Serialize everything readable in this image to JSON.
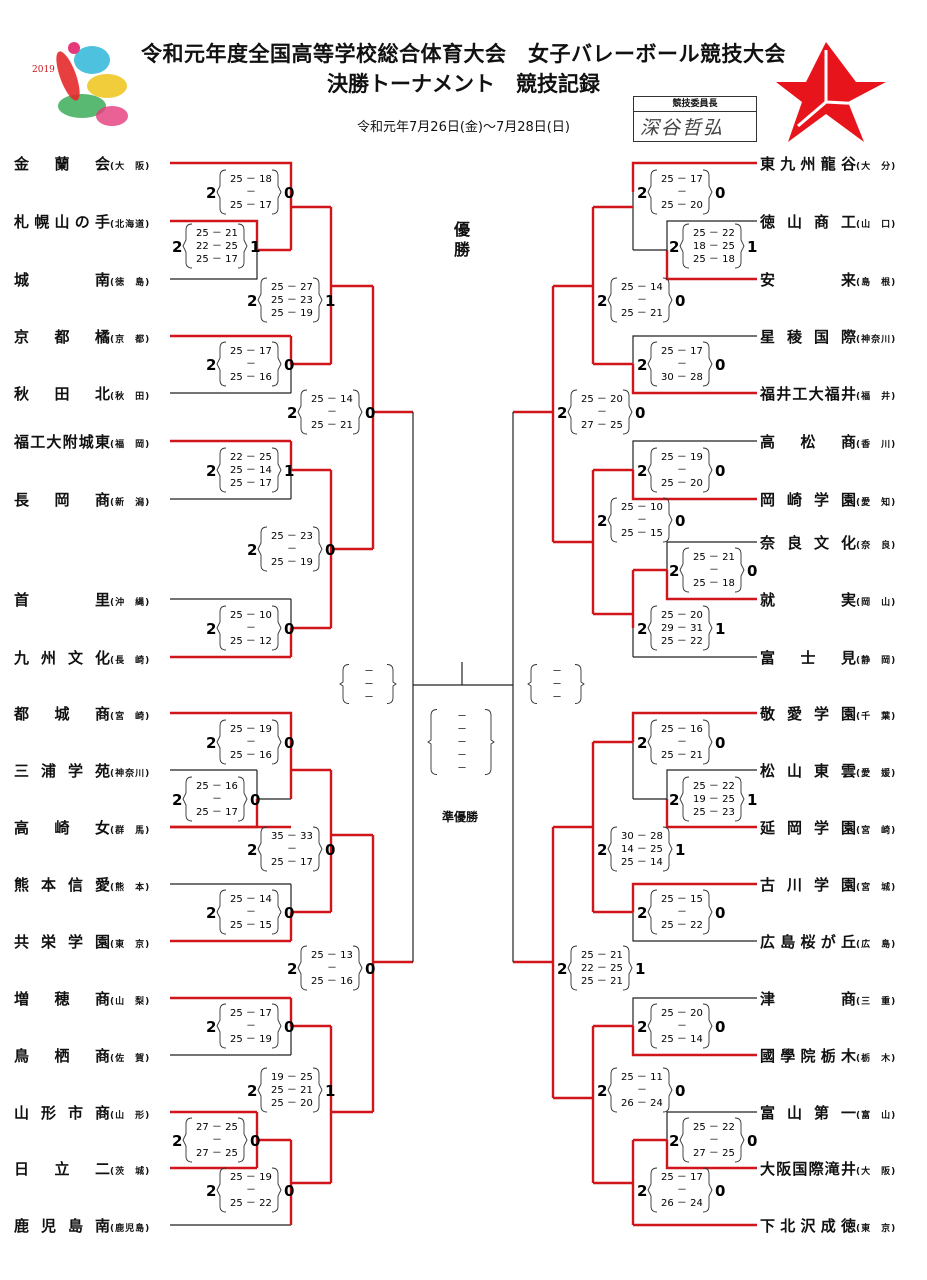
{
  "header": {
    "title_line1": "令和元年度全国高等学校総合体育大会　女子バレーボール競技大会",
    "title_line2": "決勝トーナメント　競技記録",
    "dates": "令和元年7月26日(金)～7月28日(日)",
    "judge_label": "競技委員長",
    "judge_signature": "深谷哲弘",
    "champion_label": "優勝",
    "runner_up_label": "準優勝",
    "left_logo_text": "2019",
    "colors": {
      "winner_line": "#d0161b",
      "loser_line": "#222222",
      "logo_red": "#e8141b"
    }
  },
  "left_teams": [
    {
      "name": "金　蘭　会",
      "pref": "大　阪"
    },
    {
      "name": "札幌山の手",
      "pref": "北海道"
    },
    {
      "name": "城　　　南",
      "pref": "徳　島"
    },
    {
      "name": "京　都　橘",
      "pref": "京　都"
    },
    {
      "name": "秋　田　北",
      "pref": "秋　田"
    },
    {
      "name": "福工大附城東",
      "pref": "福　岡"
    },
    {
      "name": "長　岡　商",
      "pref": "新　潟"
    },
    {
      "name": "首　　　里",
      "pref": "沖　縄"
    },
    {
      "name": "九州文化",
      "pref": "長　崎"
    },
    {
      "name": "都　城　商",
      "pref": "宮　崎"
    },
    {
      "name": "三浦学苑",
      "pref": "神奈川"
    },
    {
      "name": "高　崎　女",
      "pref": "群　馬"
    },
    {
      "name": "熊本信愛",
      "pref": "熊　本"
    },
    {
      "name": "共栄学園",
      "pref": "東　京"
    },
    {
      "name": "増　穂　商",
      "pref": "山　梨"
    },
    {
      "name": "鳥　栖　商",
      "pref": "佐　賀"
    },
    {
      "name": "山形市商",
      "pref": "山　形"
    },
    {
      "name": "日　立　二",
      "pref": "茨　城"
    },
    {
      "name": "鹿児島南",
      "pref": "鹿児島"
    }
  ],
  "right_teams": [
    {
      "name": "東九州龍谷",
      "pref": "大　分"
    },
    {
      "name": "徳山商工",
      "pref": "山　口"
    },
    {
      "name": "安　　　来",
      "pref": "島　根"
    },
    {
      "name": "星稜国際",
      "pref": "神奈川"
    },
    {
      "name": "福井工大福井",
      "pref": "福　井"
    },
    {
      "name": "高　松　商",
      "pref": "香　川"
    },
    {
      "name": "岡崎学園",
      "pref": "愛　知"
    },
    {
      "name": "奈良文化",
      "pref": "奈　良"
    },
    {
      "name": "就　　　実",
      "pref": "岡　山"
    },
    {
      "name": "富　士　見",
      "pref": "静　岡"
    },
    {
      "name": "敬愛学園",
      "pref": "千　葉"
    },
    {
      "name": "松山東雲",
      "pref": "愛　媛"
    },
    {
      "name": "延岡学園",
      "pref": "宮　崎"
    },
    {
      "name": "古川学園",
      "pref": "宮　城"
    },
    {
      "name": "広島桜が丘",
      "pref": "広　島"
    },
    {
      "name": "津　　　商",
      "pref": "三　重"
    },
    {
      "name": "國學院栃木",
      "pref": "栃　木"
    },
    {
      "name": "富山第一",
      "pref": "富　山"
    },
    {
      "name": "大阪国際滝井",
      "pref": "大　阪"
    },
    {
      "name": "下北沢成徳",
      "pref": "東　京"
    }
  ],
  "scores": [
    {
      "a": "2",
      "b": "0",
      "sets": [
        "25 － 18",
        "－",
        "25 － 17"
      ]
    },
    {
      "a": "2",
      "b": "1",
      "sets": [
        "25 － 21",
        "22 － 25",
        "25 － 17"
      ]
    },
    {
      "a": "2",
      "b": "1",
      "sets": [
        "25 － 27",
        "25 － 23",
        "25 － 19"
      ]
    },
    {
      "a": "2",
      "b": "0",
      "sets": [
        "25 － 17",
        "－",
        "25 － 16"
      ]
    },
    {
      "a": "2",
      "b": "0",
      "sets": [
        "25 － 14",
        "－",
        "25 － 21"
      ]
    },
    {
      "a": "2",
      "b": "1",
      "sets": [
        "22 － 25",
        "25 － 14",
        "25 － 17"
      ]
    },
    {
      "a": "2",
      "b": "0",
      "sets": [
        "25 － 23",
        "－",
        "25 － 19"
      ]
    },
    {
      "a": "2",
      "b": "0",
      "sets": [
        "25 － 10",
        "－",
        "25 － 12"
      ]
    },
    {
      "a": "2",
      "b": "0",
      "sets": [
        "25 － 19",
        "－",
        "25 － 16"
      ]
    },
    {
      "a": "2",
      "b": "0",
      "sets": [
        "25 － 16",
        "－",
        "25 － 17"
      ]
    },
    {
      "a": "2",
      "b": "0",
      "sets": [
        "35 － 33",
        "－",
        "25 － 17"
      ]
    },
    {
      "a": "2",
      "b": "0",
      "sets": [
        "25 － 14",
        "－",
        "25 － 15"
      ]
    },
    {
      "a": "2",
      "b": "0",
      "sets": [
        "25 － 13",
        "－",
        "25 － 16"
      ]
    },
    {
      "a": "2",
      "b": "0",
      "sets": [
        "25 － 17",
        "－",
        "25 － 19"
      ]
    },
    {
      "a": "2",
      "b": "1",
      "sets": [
        "19 － 25",
        "25 － 21",
        "25 － 20"
      ]
    },
    {
      "a": "2",
      "b": "0",
      "sets": [
        "27 － 25",
        "－",
        "27 － 25"
      ]
    },
    {
      "a": "2",
      "b": "0",
      "sets": [
        "25 － 19",
        "－",
        "25 － 22"
      ]
    },
    {
      "a": "2",
      "b": "0",
      "sets": [
        "25 － 17",
        "－",
        "25 － 20"
      ]
    },
    {
      "a": "2",
      "b": "1",
      "sets": [
        "25 － 22",
        "18 － 25",
        "25 － 18"
      ]
    },
    {
      "a": "2",
      "b": "0",
      "sets": [
        "25 － 14",
        "－",
        "25 － 21"
      ]
    },
    {
      "a": "2",
      "b": "0",
      "sets": [
        "25 － 17",
        "－",
        "30 － 28"
      ]
    },
    {
      "a": "2",
      "b": "0",
      "sets": [
        "25 － 20",
        "－",
        "27 － 25"
      ]
    },
    {
      "a": "2",
      "b": "0",
      "sets": [
        "25 － 19",
        "－",
        "25 － 20"
      ]
    },
    {
      "a": "2",
      "b": "0",
      "sets": [
        "25 － 10",
        "－",
        "25 － 15"
      ]
    },
    {
      "a": "2",
      "b": "0",
      "sets": [
        "25 － 21",
        "－",
        "25 － 18"
      ]
    },
    {
      "a": "2",
      "b": "1",
      "sets": [
        "25 － 20",
        "29 － 31",
        "25 － 22"
      ]
    },
    {
      "a": "2",
      "b": "0",
      "sets": [
        "25 － 16",
        "－",
        "25 － 21"
      ]
    },
    {
      "a": "2",
      "b": "1",
      "sets": [
        "25 － 22",
        "19 － 25",
        "25 － 23"
      ]
    },
    {
      "a": "2",
      "b": "1",
      "sets": [
        "30 － 28",
        "14 － 25",
        "25 － 14"
      ]
    },
    {
      "a": "2",
      "b": "0",
      "sets": [
        "25 － 15",
        "－",
        "25 － 22"
      ]
    },
    {
      "a": "2",
      "b": "1",
      "sets": [
        "25 － 21",
        "22 － 25",
        "25 － 21"
      ]
    },
    {
      "a": "2",
      "b": "0",
      "sets": [
        "25 － 20",
        "－",
        "25 － 14"
      ]
    },
    {
      "a": "2",
      "b": "0",
      "sets": [
        "25 － 11",
        "－",
        "26 － 24"
      ]
    },
    {
      "a": "2",
      "b": "0",
      "sets": [
        "25 － 22",
        "－",
        "27 － 25"
      ]
    },
    {
      "a": "2",
      "b": "0",
      "sets": [
        "25 － 17",
        "－",
        "26 － 24"
      ]
    }
  ],
  "final_placeholders": {
    "left": [
      "－",
      "－",
      "－"
    ],
    "right": [
      "－",
      "－",
      "－"
    ],
    "center": [
      "－",
      "－",
      "－",
      "－",
      "－"
    ]
  }
}
